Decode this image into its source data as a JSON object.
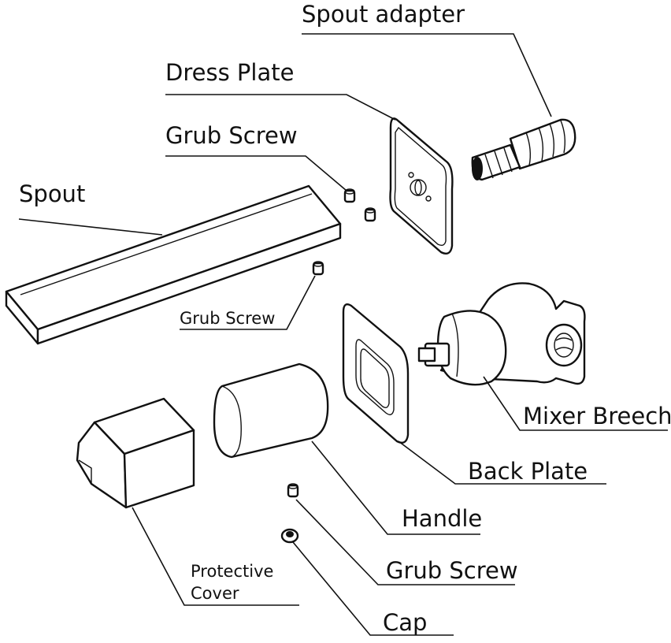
{
  "labels": {
    "spout_adapter": "Spout adapter",
    "dress_plate": "Dress Plate",
    "grub_screw_top": "Grub Screw",
    "spout": "Spout",
    "grub_screw_mid": "Grub Screw",
    "mixer_breech": "Mixer Breech",
    "back_plate": "Back Plate",
    "handle": "Handle",
    "protective_cover_line1": "Protective",
    "protective_cover_line2": "Cover",
    "grub_screw_bottom": "Grub Screw",
    "cap": "Cap"
  }
}
